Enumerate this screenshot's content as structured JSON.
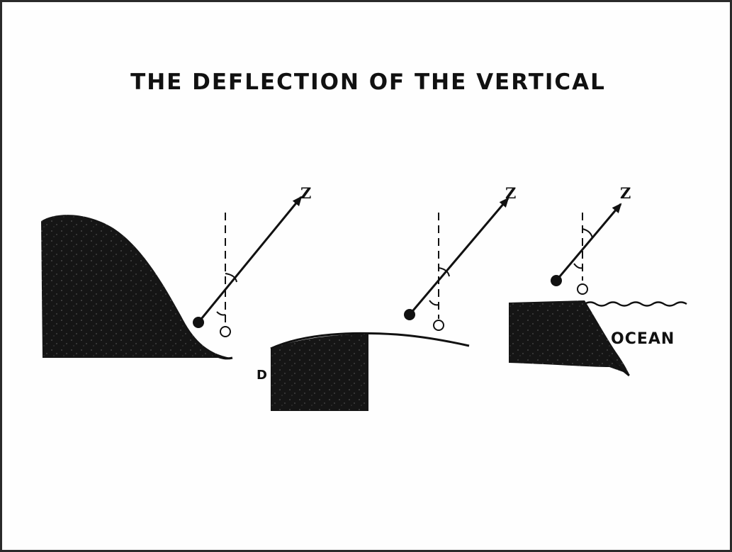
{
  "title": "THE DEFLECTION OF THE VERTICAL",
  "labels": {
    "zenith_1": "Z",
    "zenith_2": "Z",
    "zenith_3": "Z",
    "ocean": "OCEAN",
    "density_marker": "D"
  }
}
